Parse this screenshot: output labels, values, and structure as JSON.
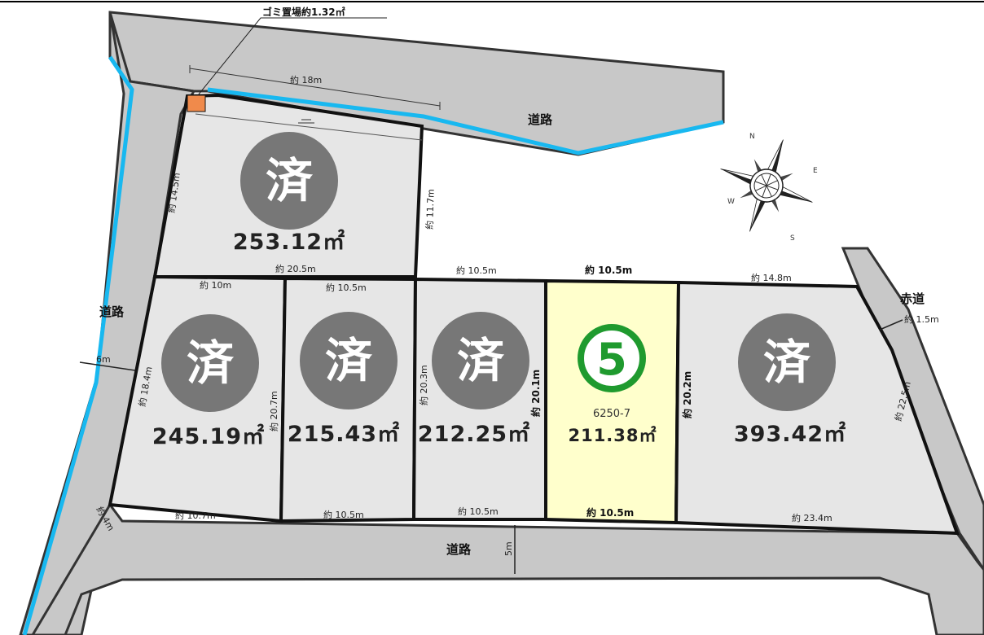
{
  "garbage": {
    "label": "ゴミ置場約1.32㎡"
  },
  "roads": {
    "top": "道路",
    "left": "道路",
    "bottom": "道路",
    "red_road": "赤道",
    "red_road_width": "約 1.5m",
    "left_width": "6m",
    "bottom_width": "5m",
    "corner_cut": "約 4m"
  },
  "sold_mark": "済",
  "lots": [
    {
      "id": "lot-1",
      "area": "253.12㎡",
      "sold": true,
      "dims": [
        "約 18m",
        "約 14.5m",
        "約 11.7m",
        "約 20.5m"
      ]
    },
    {
      "id": "lot-2",
      "area": "245.19㎡",
      "sold": true,
      "dims": [
        "約 10m",
        "約 18.4m",
        "約 20.7m",
        "約 10.7m"
      ]
    },
    {
      "id": "lot-3",
      "area": "215.43㎡",
      "sold": true,
      "dims": [
        "約 10.5m",
        "約 20.3m",
        "約 10.5m"
      ]
    },
    {
      "id": "lot-4",
      "area": "212.25㎡",
      "sold": true,
      "dims": [
        "約 10.5m",
        "約 20.1m",
        "約 10.5m"
      ]
    },
    {
      "id": "lot-5",
      "area": "211.38㎡",
      "sold": false,
      "number": "5",
      "lot_no": "6250-7",
      "dims": [
        "約 10.5m",
        "約 20.2m",
        "約 10.5m"
      ]
    },
    {
      "id": "lot-6",
      "area": "393.42㎡",
      "sold": true,
      "dims": [
        "約 14.8m",
        "約 22.5m",
        "約 23.4m"
      ]
    }
  ],
  "compass": {
    "n": "N",
    "e": "E",
    "s": "S",
    "w": "W"
  },
  "colors": {
    "road": "#c8c8c8",
    "lot": "#e6e6e6",
    "selected": "#ffffcc",
    "water": "#18b8f0",
    "sold_circle": "#777777",
    "number_green": "#1f9a2e",
    "garbage": "#f08a4b"
  }
}
